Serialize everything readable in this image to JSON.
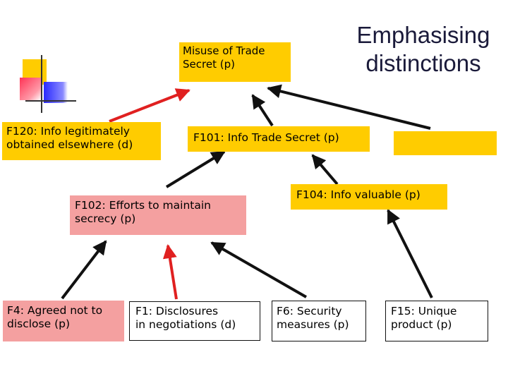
{
  "slide": {
    "title": "Emphasising\ndistinctions"
  },
  "nodes": {
    "misuse": "Misuse of Trade\nSecret (p)",
    "f120": "F120: Info legitimately\nobtained elsewhere (d)",
    "f101": "F101: Info Trade Secret (p)",
    "blank": "",
    "f102": "F102: Efforts to maintain\nsecrecy (p)",
    "f104": "F104: Info valuable (p)",
    "f4": "F4: Agreed not to\ndisclose (p)",
    "f1": "F1: Disclosures\nin negotiations (d)",
    "f6": "F6: Security\nmeasures (p)",
    "f15": "F15: Unique\nproduct (p)"
  },
  "colors": {
    "pro_fill": "#ffcc00",
    "sub_fill": "#f4a0a0",
    "pro_arrow": "#111111",
    "con_arrow": "#e02020",
    "deco_yellow": "#ffcc00",
    "deco_blue": "#2a2aff",
    "deco_red": "#ff3355"
  }
}
